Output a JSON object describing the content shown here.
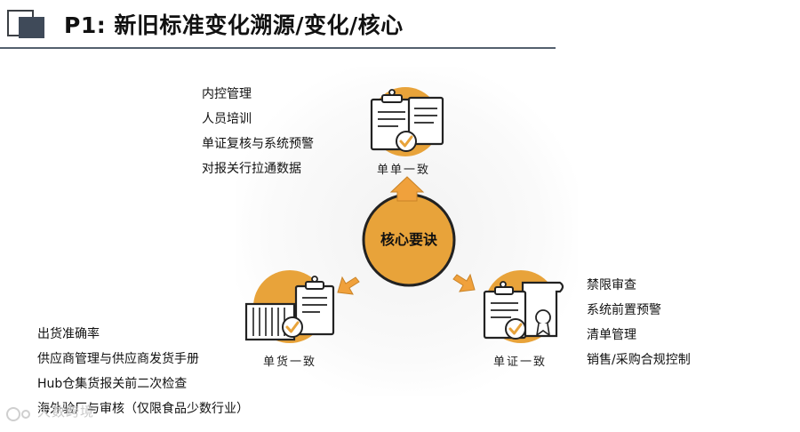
{
  "header": {
    "title": "P1: 新旧标准变化溯源/变化/核心"
  },
  "diagram": {
    "center_label": "核心要诀",
    "nodes": {
      "top": {
        "label": "单单一致",
        "items": [
          "内控管理",
          "人员培训",
          "单证复核与系统预警",
          "对报关行拉通数据"
        ]
      },
      "left": {
        "label": "单货一致",
        "items": [
          "出货准确率",
          "供应商管理与供应商发货手册",
          "Hub仓集货报关前二次检查",
          "海外验厂与审核（仅限食品少数行业）"
        ]
      },
      "right": {
        "label": "单证一致",
        "items": [
          "禁限审查",
          "系统前置预警",
          "清单管理",
          "销售/采购合规控制"
        ]
      }
    }
  },
  "watermark": {
    "text": "大数跨境"
  },
  "colors": {
    "accent_orange": "#E8A33A",
    "arrow_orange": "#F0A13C",
    "title_rule": "#54606E",
    "logo_block": "#3F4A59",
    "outline": "#222222"
  },
  "icons": {
    "top": "documents-check-icon",
    "left": "container-check-icon",
    "right": "certificate-check-icon",
    "center": "core-circle"
  }
}
